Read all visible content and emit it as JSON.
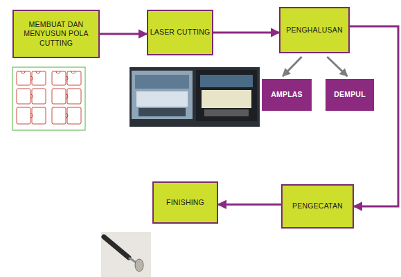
{
  "diagram": {
    "nodes": [
      {
        "text": [
          "MEMBUAT DAN MENYUSUN POLA CUTTING"
        ]
      },
      {
        "text": [
          "LASER CUTTING"
        ]
      },
      {
        "text": [
          "PENGHALUSAN"
        ]
      },
      {
        "text": [
          "AMPLAS"
        ]
      },
      {
        "text": [
          "DEMPUL"
        ]
      },
      {
        "text": [
          "PENGECATAN"
        ]
      },
      {
        "text": [
          "FINISHING"
        ]
      }
    ],
    "edges": [
      {
        "from": 0,
        "to": 1,
        "arrow": "to"
      },
      {
        "from": 1,
        "to": 2,
        "arrow": "to"
      },
      {
        "from": 2,
        "to": 3,
        "arrow": "to"
      },
      {
        "from": 2,
        "to": 4,
        "arrow": "to"
      },
      {
        "from": 2,
        "to": 5,
        "arrow": "to"
      },
      {
        "from": 5,
        "to": 6,
        "arrow": "to"
      }
    ]
  }
}
